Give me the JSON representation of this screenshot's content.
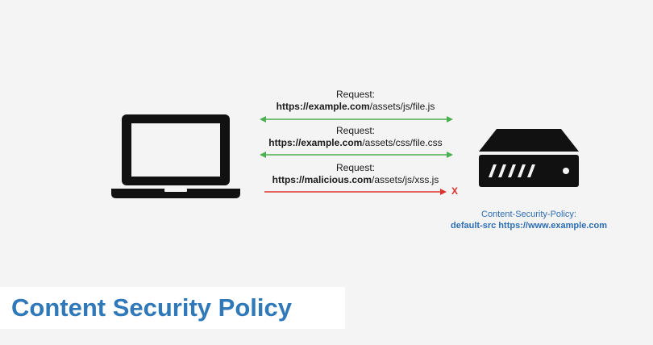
{
  "requests": [
    {
      "caption": "Request:",
      "host": "https://example.com",
      "path": "/assets/js/file.js",
      "status": "allowed"
    },
    {
      "caption": "Request:",
      "host": "https://example.com",
      "path": "/assets/css/file.css",
      "status": "allowed"
    },
    {
      "caption": "Request:",
      "host": "https://malicious.com",
      "path": "/assets/js/xss.js",
      "status": "blocked"
    }
  ],
  "blocked_marker": "X",
  "policy": {
    "label": "Content-Security-Policy:",
    "value": "default-src https://www.example.com"
  },
  "title": "Content Security Policy",
  "colors": {
    "allowed_arrow": "#4caf50",
    "blocked_arrow": "#d9332f",
    "policy_text": "#2d6eb5",
    "title_text": "#2f78b9",
    "device": "#111111"
  },
  "icons": {
    "client": "laptop-icon",
    "server": "server-icon"
  }
}
